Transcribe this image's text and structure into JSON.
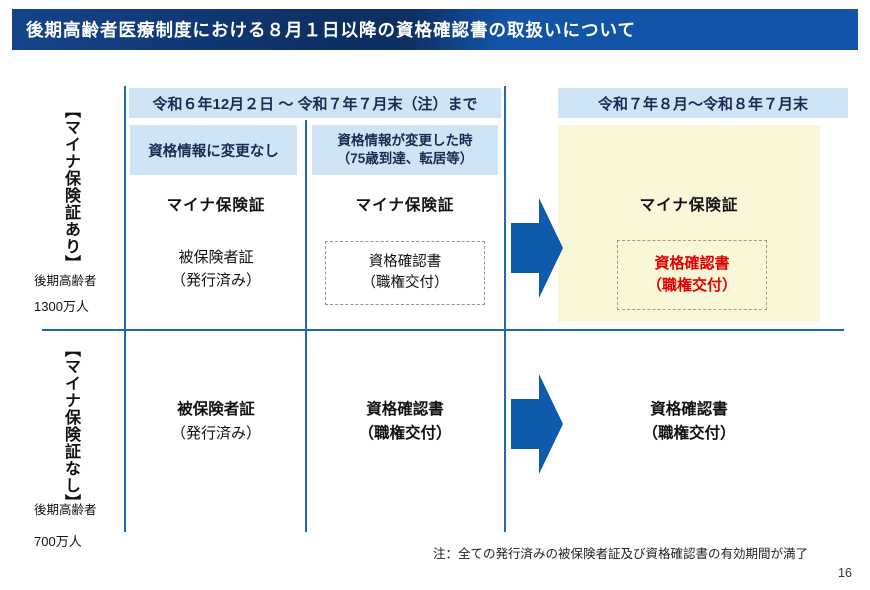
{
  "slide": {
    "title": "後期高齢者医療制度における８月１日以降の資格確認書の取扱いについて",
    "note": "注：全ての発行済みの被保険者証及び資格確認書の有効期間が満了",
    "page_number": "16"
  },
  "table": {
    "period_left": "令和６年12月２日 ～ 令和７年７月末（注）まで",
    "period_right": "令和７年８月～令和８年７月末",
    "sub_no_change": "資格情報に変更なし",
    "sub_changed_1": "資格情報が変更した時",
    "sub_changed_2": "（75歳到達、転居等）"
  },
  "row_has_myna": {
    "label_vertical": "【マイナ保険証あり】",
    "label_group": "後期高齢者",
    "label_count": "1300万人",
    "c1_main": "マイナ保険証",
    "c1_doc1": "被保険者証",
    "c1_doc2": "（発行済み）",
    "c2_main": "マイナ保険証",
    "c2_box1": "資格確認書",
    "c2_box2": "（職権交付）",
    "c3_main": "マイナ保険証",
    "c3_box1": "資格確認書",
    "c3_box2": "（職権交付）"
  },
  "row_no_myna": {
    "label_vertical": "【マイナ保険証なし】",
    "label_group": "後期高齢者",
    "label_count": "700万人",
    "c1_l1": "被保険者証",
    "c1_l2": "（発行済み）",
    "c2_l1": "資格確認書",
    "c2_l2": "（職権交付）",
    "c3_l1": "資格確認書",
    "c3_l2": "（職権交付）"
  },
  "colors": {
    "header_dark": "#0e2f63",
    "header_mid": "#15448c",
    "header_light": "#1254a8",
    "light_blue": "#cfe5f5",
    "yellow": "#faf6d8",
    "line_blue": "#2268b0",
    "arrow_blue": "#0f5aad",
    "navy_text": "#1a2a52",
    "red": "#e00000",
    "dash_gray": "#8b95a5",
    "dash_tan": "#a79a74"
  }
}
